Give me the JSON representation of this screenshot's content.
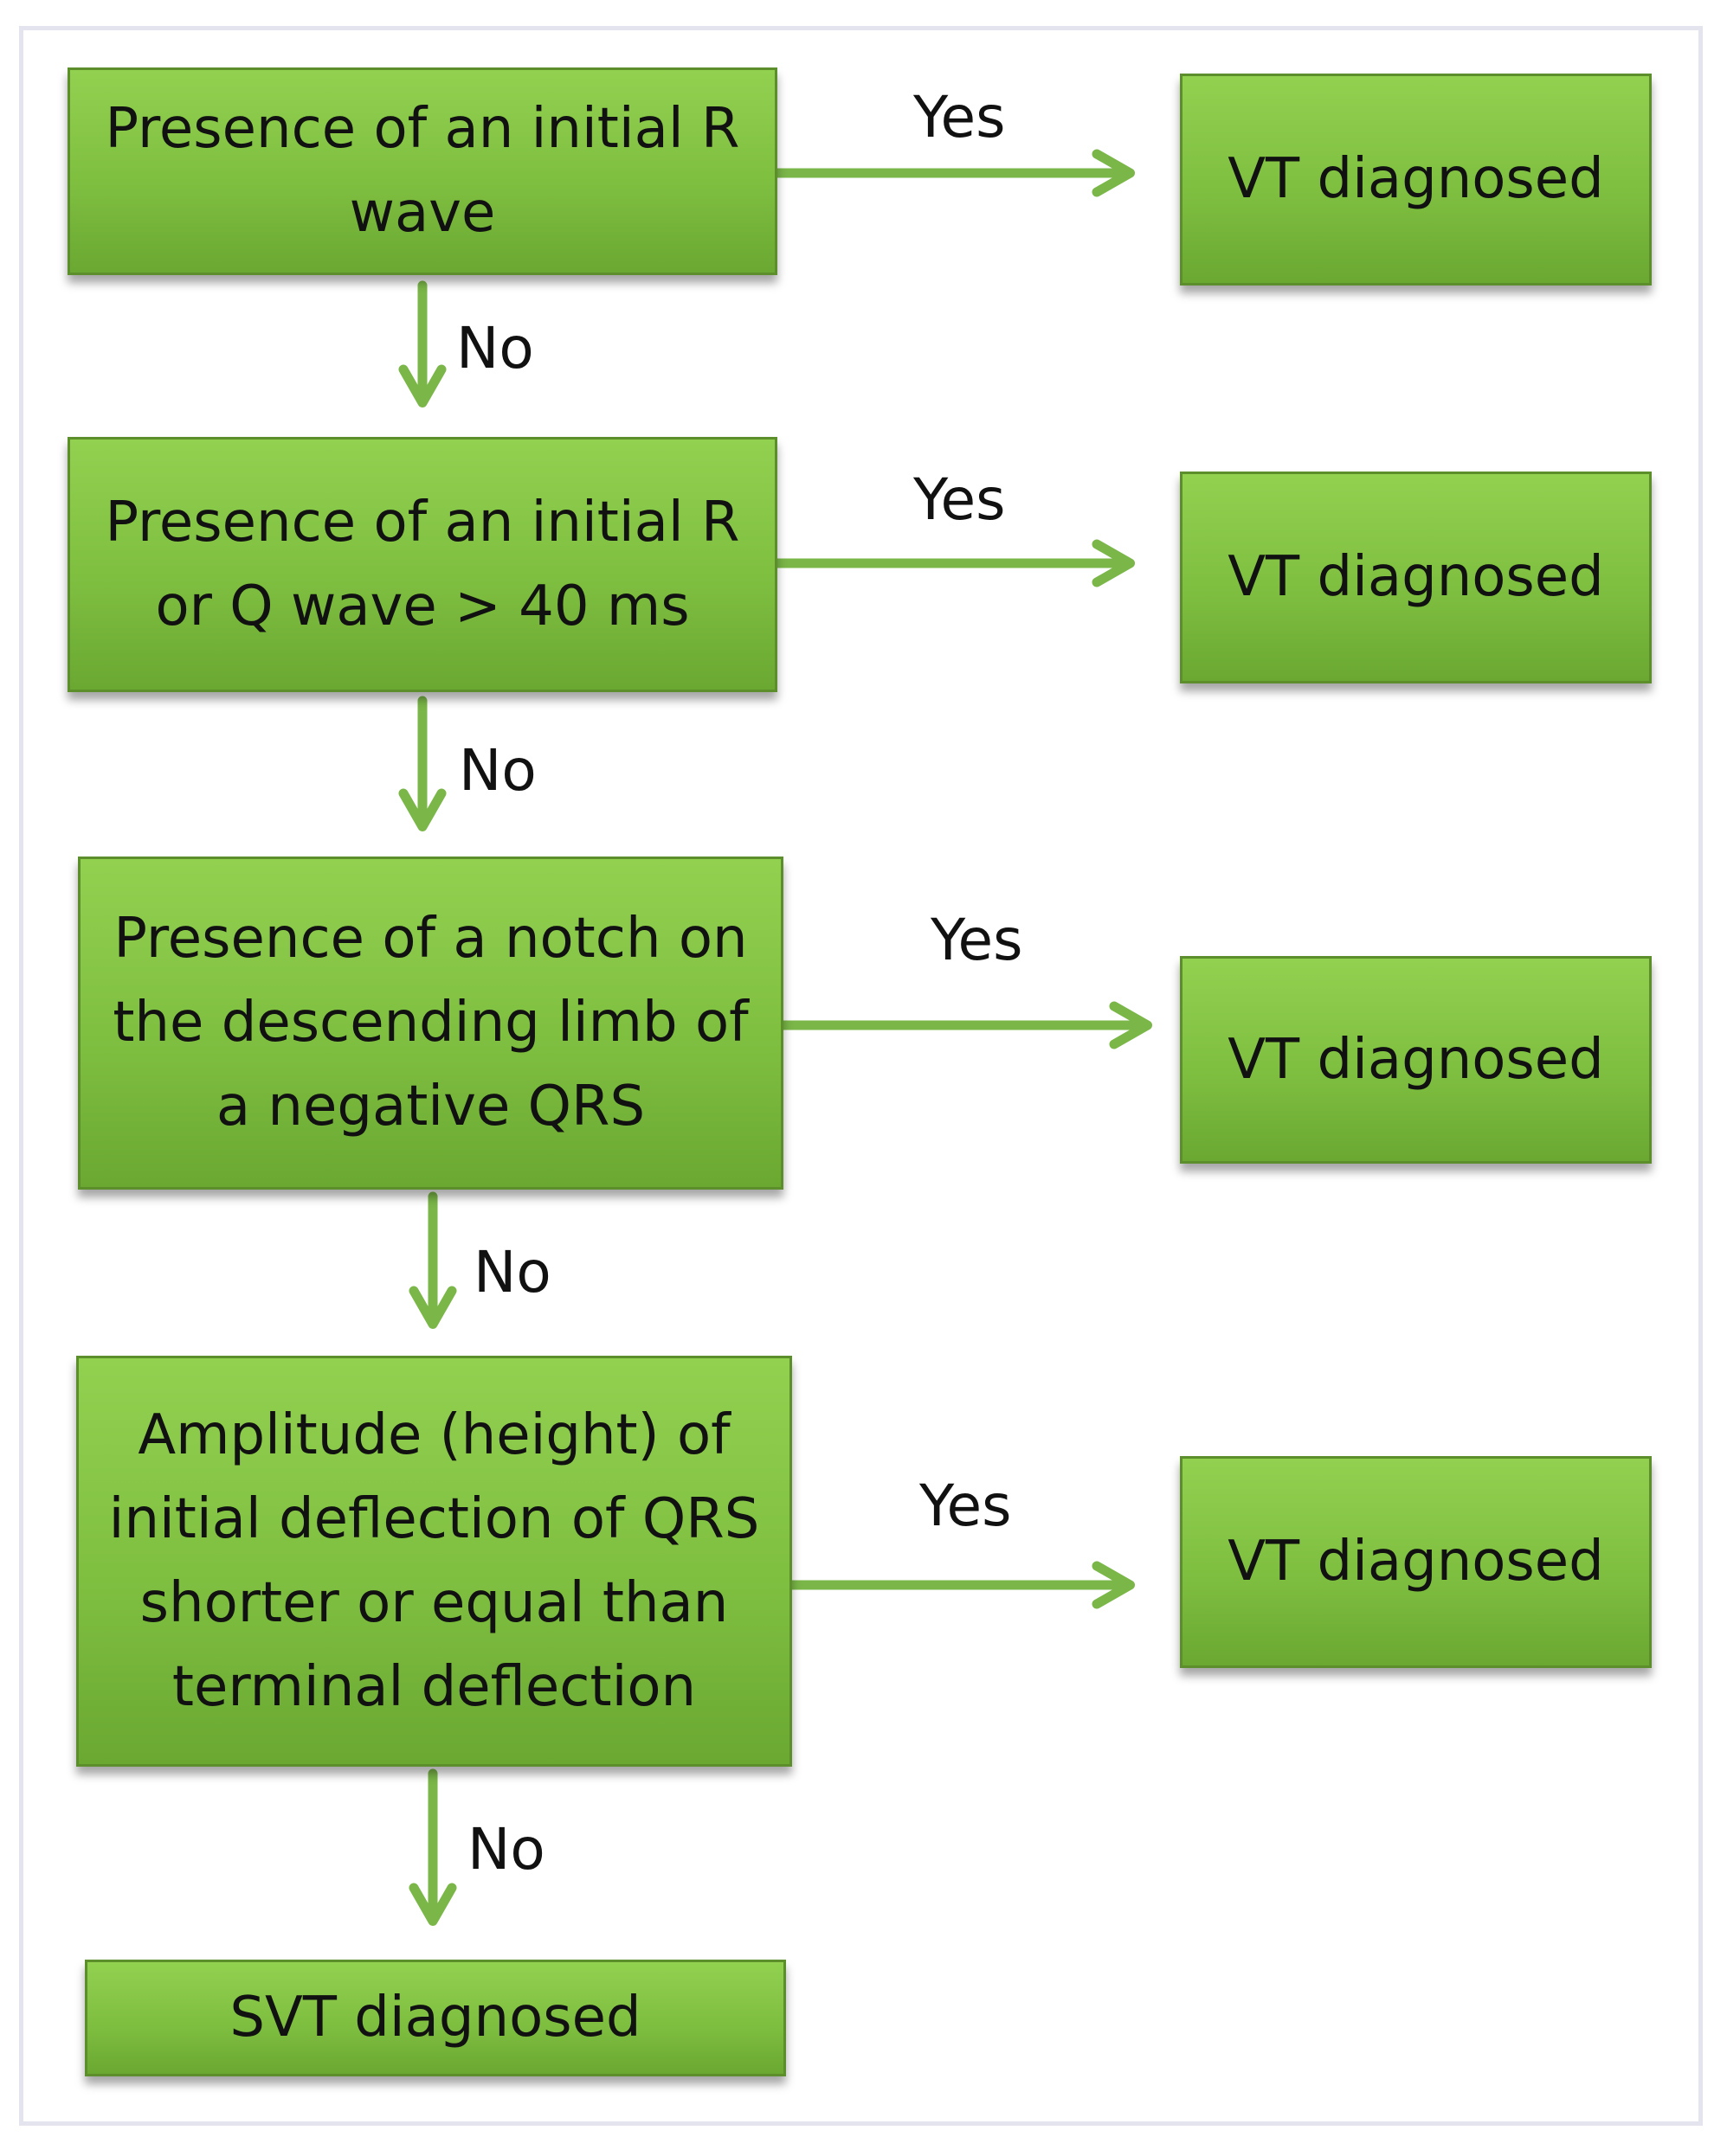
{
  "nodes": {
    "q1": "Presence of an initial R wave",
    "q2": "Presence of an initial R or Q wave > 40 ms",
    "q3": "Presence of a notch on the descending limb of a negative QRS",
    "q4": "Amplitude (height) of initial deflection of QRS shorter or equal than terminal deflection",
    "vt1": "VT diagnosed",
    "vt2": "VT diagnosed",
    "vt3": "VT diagnosed",
    "vt4": "VT diagnosed",
    "svt": "SVT diagnosed"
  },
  "edges": {
    "yes1": "Yes",
    "yes2": "Yes",
    "yes3": "Yes",
    "yes4": "Yes",
    "no1": "No",
    "no2": "No",
    "no3": "No",
    "no4": "No"
  },
  "colors": {
    "box_fill": "#7fbf40",
    "box_border": "#5c8f2c",
    "arrow": "#7ab648",
    "frame": "#e4e4ee"
  }
}
